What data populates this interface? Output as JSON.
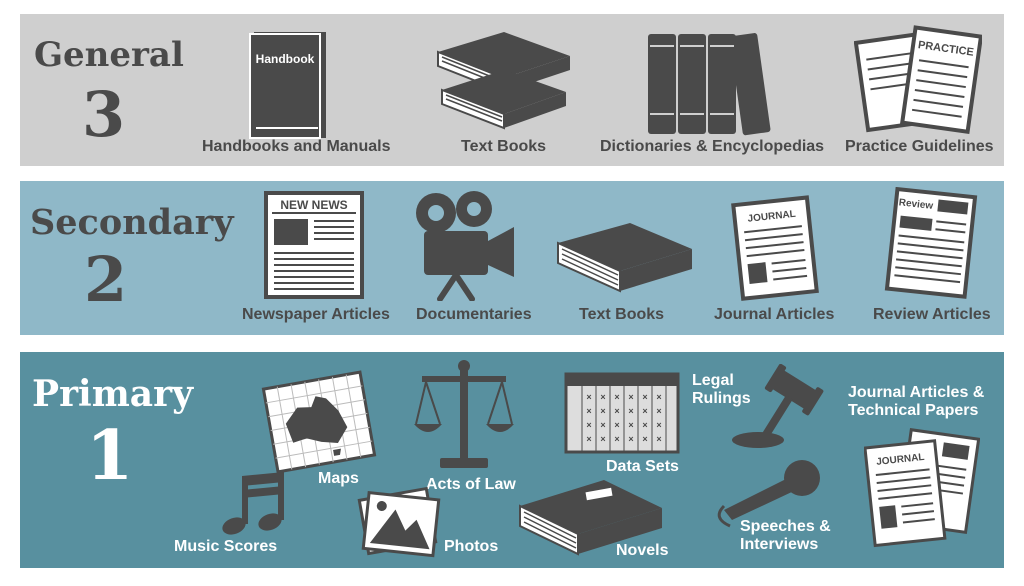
{
  "general": {
    "title": "General",
    "level": "3",
    "items": [
      {
        "label": "Handbooks and Manuals",
        "icon": "handbook-icon",
        "icon_text": "Handbook"
      },
      {
        "label": "Text Books",
        "icon": "book-stack-icon"
      },
      {
        "label": "Dictionaries & Encyclopedias",
        "icon": "book-shelf-icon"
      },
      {
        "label": "Practice Guidelines",
        "icon": "practice-sheets-icon",
        "icon_text": "PRACTICE"
      }
    ]
  },
  "secondary": {
    "title": "Secondary",
    "level": "2",
    "items": [
      {
        "label": "Newspaper Articles",
        "icon": "newspaper-icon",
        "icon_text": "NEW NEWS"
      },
      {
        "label": "Documentaries",
        "icon": "movie-camera-icon"
      },
      {
        "label": "Text Books",
        "icon": "book-icon"
      },
      {
        "label": "Journal Articles",
        "icon": "journal-icon",
        "icon_text": "JOURNAL"
      },
      {
        "label": "Review Articles",
        "icon": "review-icon",
        "icon_text": "Review"
      }
    ]
  },
  "primary": {
    "title": "Primary",
    "level": "1",
    "items": [
      {
        "label": "Maps",
        "icon": "map-icon"
      },
      {
        "label": "Acts of Law",
        "icon": "scales-icon"
      },
      {
        "label": "Data Sets",
        "icon": "data-grid-icon"
      },
      {
        "label_line1": "Legal",
        "label_line2": "Rulings",
        "icon": "gavel-icon"
      },
      {
        "label_line1": "Journal Articles &",
        "label_line2": "Technical Papers",
        "icon": "journal-papers-icon",
        "icon_text": "JOURNAL"
      },
      {
        "label": "Music Scores",
        "icon": "music-note-icon"
      },
      {
        "label": "Photos",
        "icon": "photos-icon"
      },
      {
        "label": "Novels",
        "icon": "novel-icon"
      },
      {
        "label_line1": "Speeches &",
        "label_line2": "Interviews",
        "icon": "microphone-icon"
      }
    ]
  },
  "colors": {
    "general_band": "#cfcfcf",
    "secondary_band": "#8fb8c8",
    "primary_band": "#58909f",
    "icon_dark": "#4a4a4a",
    "primary_text": "#ffffff"
  }
}
